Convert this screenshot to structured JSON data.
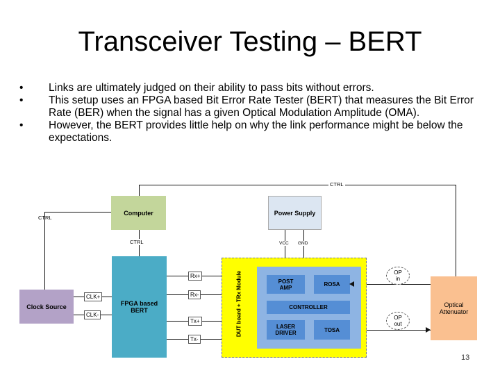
{
  "slide": {
    "title": "Transceiver Testing – BERT",
    "bullets": [
      "Links are ultimately judged on their ability to pass bits without errors.",
      "This setup uses an FPGA based Bit Error Rate Tester (BERT) that measures the Bit Error Rate (BER) when the signal has a given Optical Modulation Amplitude (OMA).",
      "However, the BERT provides little help on why the link performance might be below the expectations."
    ],
    "bullet_symbol": "•",
    "page_number": "13"
  },
  "diagram": {
    "computer": "Computer",
    "power_supply": "Power Supply",
    "clock_source": "Clock Source",
    "fpga_line1": "FPGA based",
    "fpga_line2": "BERT",
    "dut_label": "DUT board + TRx Module",
    "post_amp_line1": "POST",
    "post_amp_line2": "AMP",
    "rosa": "ROSA",
    "controller": "CONTROLLER",
    "laser_line1": "LASER",
    "laser_line2": "DRIVER",
    "tosa": "TOSA",
    "optical_attenuator_line1": "Optical",
    "optical_attenuator_line2": "Attenuator",
    "ctrl_top": "CTRL",
    "ctrl_left": "CTRL",
    "ctrl_mid": "CTRL",
    "vcc": "VCC",
    "gnd": "GND",
    "clk_p": "CLK+",
    "clk_n": "CLK-",
    "rx_p": "Rx+",
    "rx_n": "Rx-",
    "tx_p": "Tx+",
    "tx_n": "Tx-",
    "op_in_line1": "OP",
    "op_in_line2": "in",
    "op_out_line1": "OP",
    "op_out_line2": "out",
    "colors": {
      "green": "#c3d69b",
      "blue": "#4bacc6",
      "purple": "#b3a2c7",
      "orange": "#fac090",
      "yellow": "#ffff00",
      "module": "#8eb4e3",
      "inner": "#558ed5",
      "gray_box": "#dce6f2"
    }
  }
}
